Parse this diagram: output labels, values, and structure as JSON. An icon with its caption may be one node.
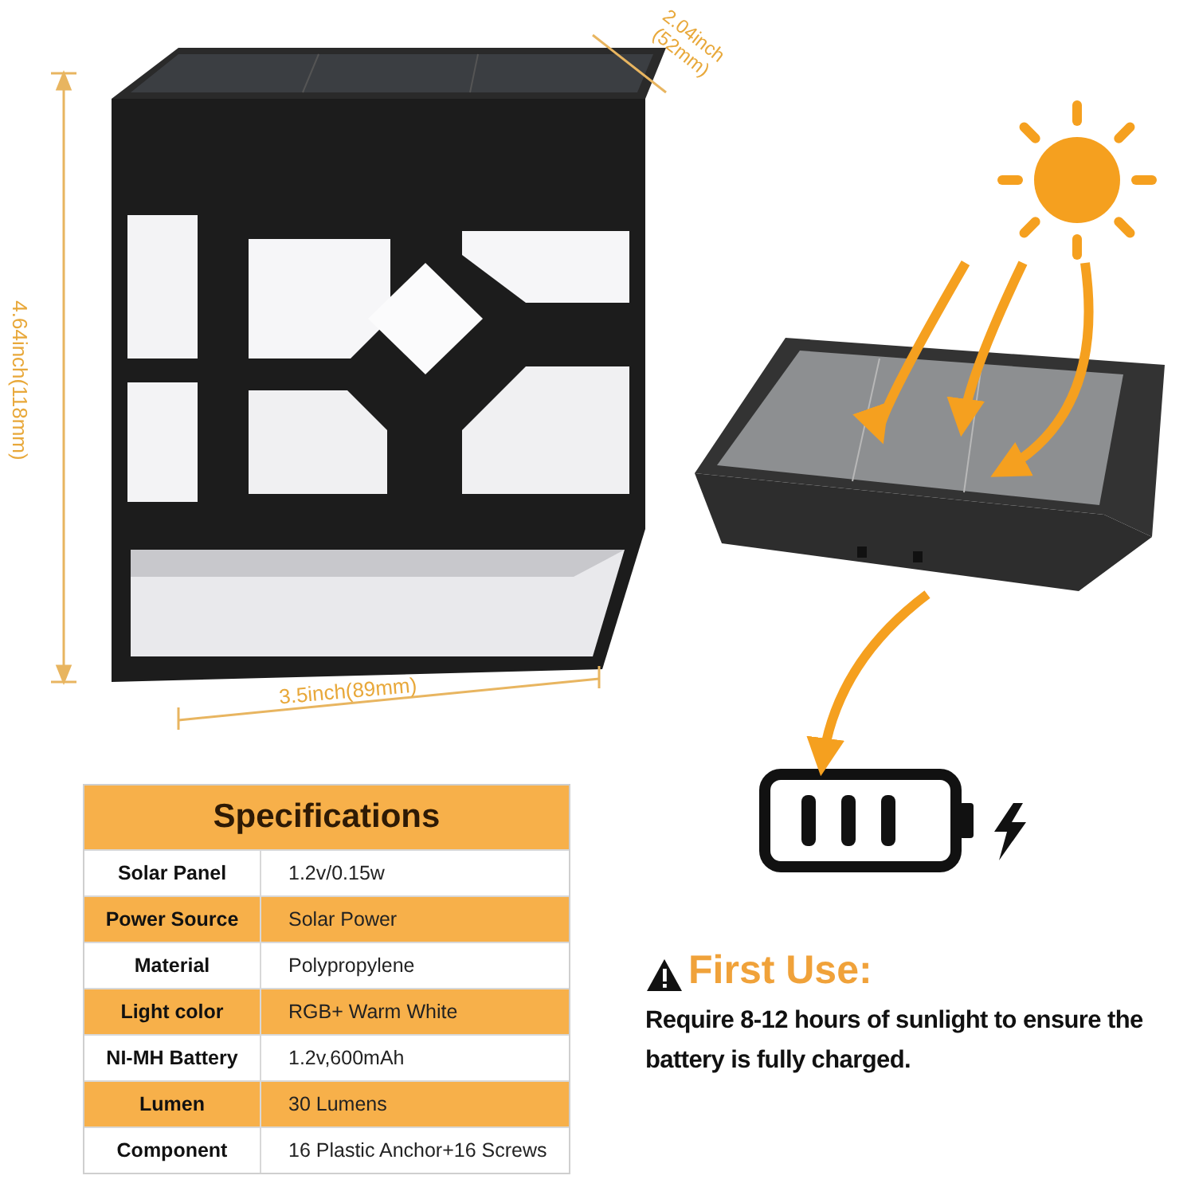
{
  "diagram": {
    "nodes": [
      {
        "text": [],
        "shape": "circle"
      },
      {
        "text": [],
        "shape": "picture"
      },
      {
        "text": [],
        "shape": "picture"
      }
    ],
    "edges": [
      {
        "from": 0,
        "to": 1,
        "arrow": "to"
      },
      {
        "from": 0,
        "to": 1,
        "arrow": "to"
      },
      {
        "from": 0,
        "to": 1,
        "arrow": "to"
      },
      {
        "from": 1,
        "to": 2,
        "arrow": "to"
      }
    ],
    "labels": [
      "2.04inch (52mm)",
      "4.64inch(118mm)",
      "3.5inch(89mm)",
      "Specifications",
      "Solar Panel",
      "1.2v/0.15w",
      "Power Source",
      "Solar Power",
      "Material",
      "Polypropylene",
      "Light color",
      "RGB+ Warm White",
      "NI-MH Battery",
      "1.2v,600mAh",
      "Lumen",
      "30 Lumens",
      "Component",
      "16 Plastic Anchor+16 Screws",
      "First Use:",
      "Require 8-12 hours of sunlight to ensure the battery is fully charged."
    ]
  }
}
